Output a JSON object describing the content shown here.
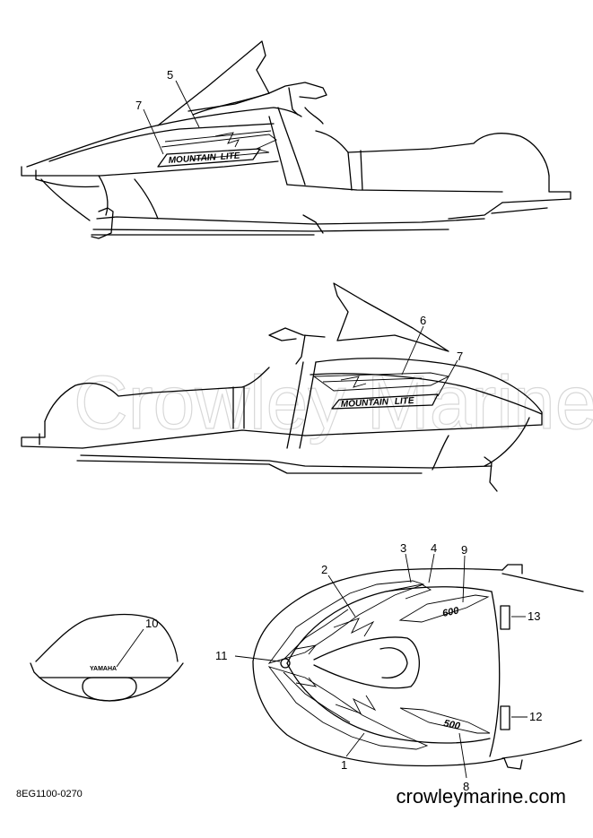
{
  "watermark": "Crowley Marine",
  "callouts": {
    "top_view": [
      "5",
      "7"
    ],
    "middle_view": [
      "6",
      "7"
    ],
    "windshield": [
      "10"
    ],
    "hood": [
      "2",
      "3",
      "4",
      "9",
      "13",
      "11",
      "12",
      "1",
      "8"
    ]
  },
  "decal_text": {
    "mountain": "MOUNTAIN",
    "lite": "LITE",
    "upper_number": "600",
    "lower_number": "500",
    "windshield_logo": "YAMAHA"
  },
  "footer": {
    "diagram_code": "8EG1100-0270",
    "website": "crowleymarine.com"
  }
}
